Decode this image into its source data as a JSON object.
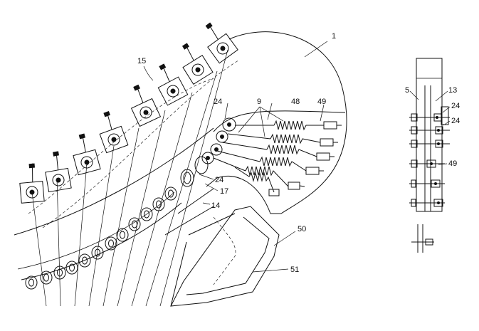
{
  "figure": {
    "main_view": {
      "labels": {
        "l1": "1",
        "l15": "15",
        "l9": "9",
        "l48": "48",
        "l49": "49",
        "l24": "24",
        "l24b": "24",
        "l17": "17",
        "l14": "14",
        "l50": "50",
        "l51": "51"
      }
    },
    "side_view": {
      "labels": {
        "l5": "5",
        "l13": "13",
        "l24a": "24",
        "l24b": "24",
        "l49": "49"
      }
    }
  }
}
